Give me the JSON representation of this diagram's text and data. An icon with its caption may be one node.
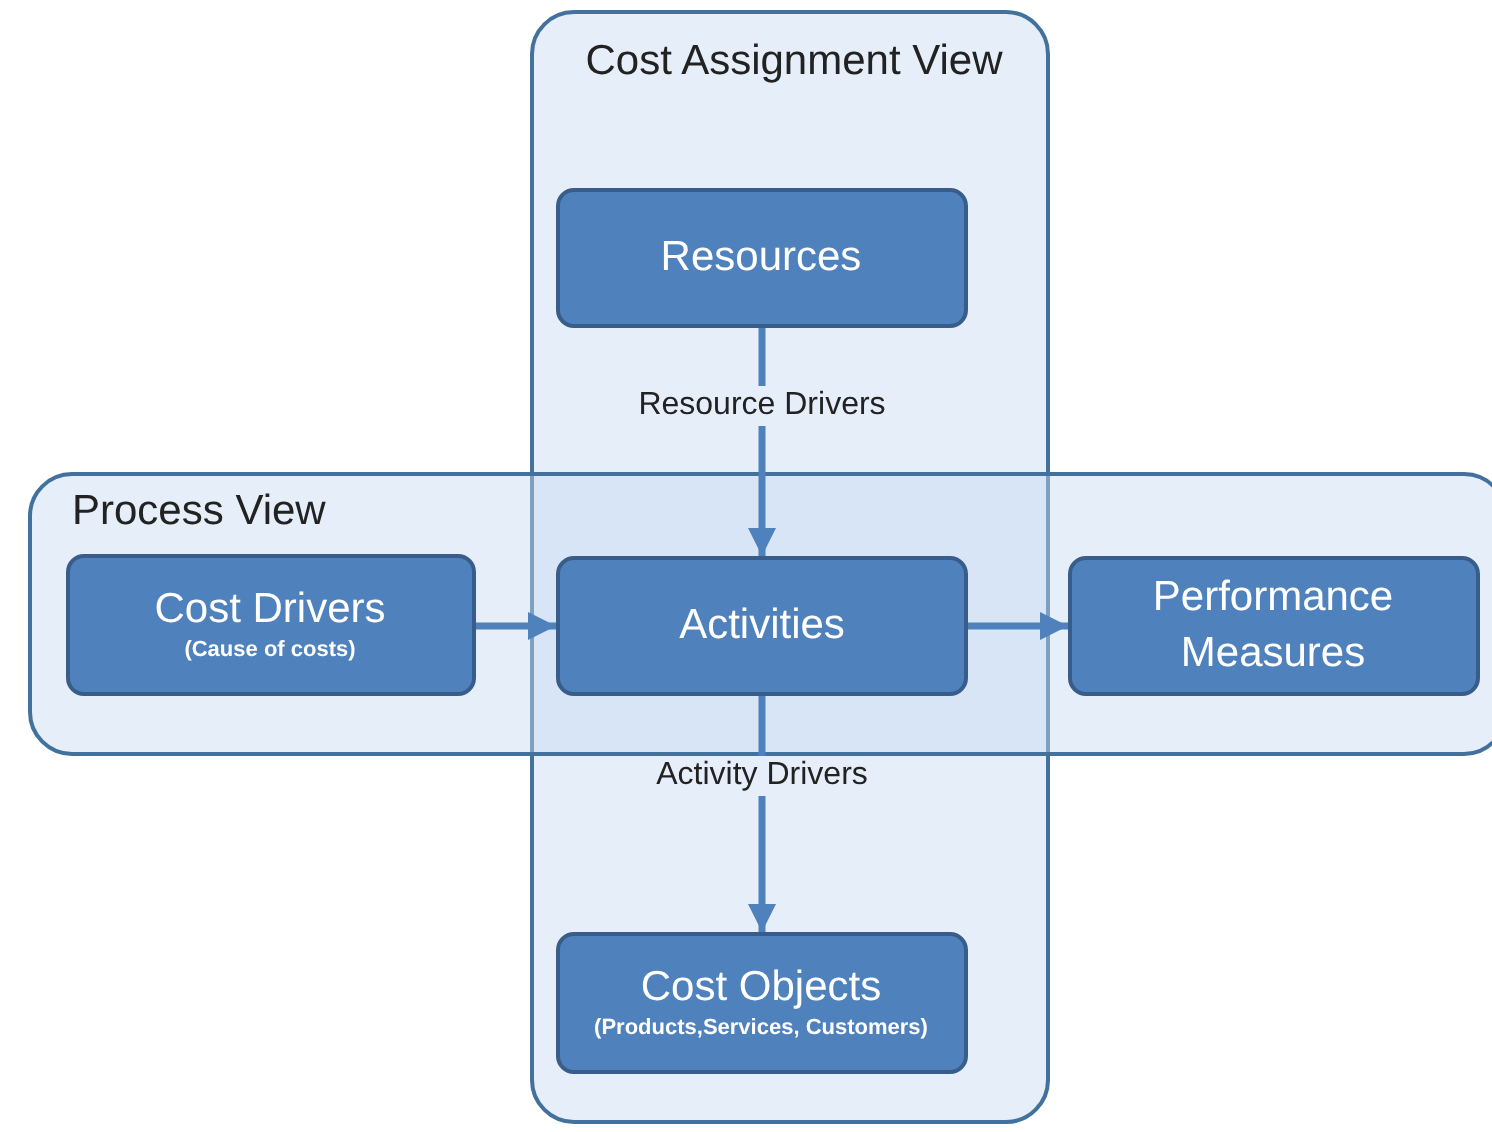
{
  "diagram": {
    "nodes": [
      {
        "text": [
          "Cost Assignment View"
        ]
      },
      {
        "text": [
          "Process View"
        ]
      },
      {
        "text": [
          "Resources"
        ],
        "in": 0
      },
      {
        "text": [
          "Cost Drivers",
          "(Cause of costs)"
        ],
        "in": 1
      },
      {
        "text": [
          "Activities"
        ]
      },
      {
        "text": [
          "Performance Measures"
        ],
        "in": 1
      },
      {
        "text": [
          "Cost Objects",
          "(Products,Services, Customers)"
        ],
        "in": 0
      }
    ],
    "edges": [
      {
        "from": 2,
        "to": 4,
        "arrow": "to",
        "label": "Resource Drivers"
      },
      {
        "from": 3,
        "to": 4,
        "arrow": "to"
      },
      {
        "from": 4,
        "to": 5,
        "arrow": "to"
      },
      {
        "from": 4,
        "to": 6,
        "arrow": "to",
        "label": "Activity Drivers"
      }
    ]
  }
}
